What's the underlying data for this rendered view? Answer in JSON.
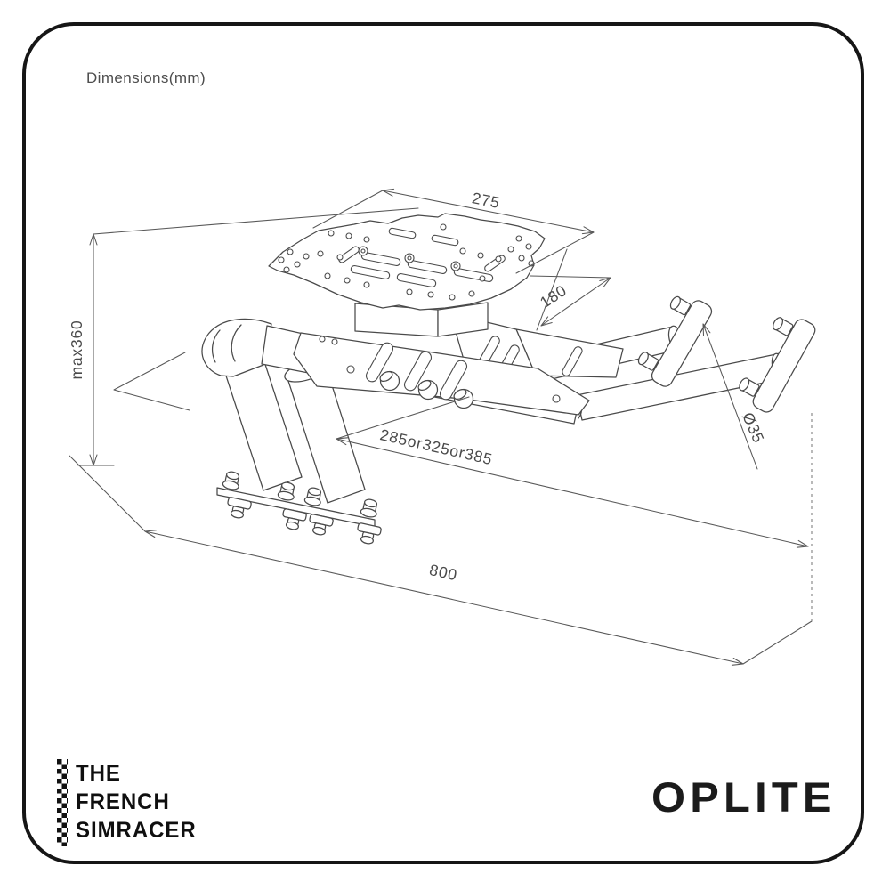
{
  "page": {
    "title": "Dimensions(mm)"
  },
  "drawing": {
    "labels": {
      "plate_width": "275",
      "plate_depth": "180",
      "max_height": "max360",
      "adjustable_length": "285or325or385",
      "base_length": "800",
      "tube_diameter": "Ø35"
    },
    "colors": {
      "line": "#4a4a4a",
      "frame_border": "#161616",
      "background": "#ffffff",
      "logo": "#111111"
    }
  },
  "footer": {
    "left_logo": {
      "line1": "THE",
      "line2": "FRENCH",
      "line3": "SIMRACER"
    },
    "right_logo": {
      "brand": "OPLITE"
    }
  }
}
